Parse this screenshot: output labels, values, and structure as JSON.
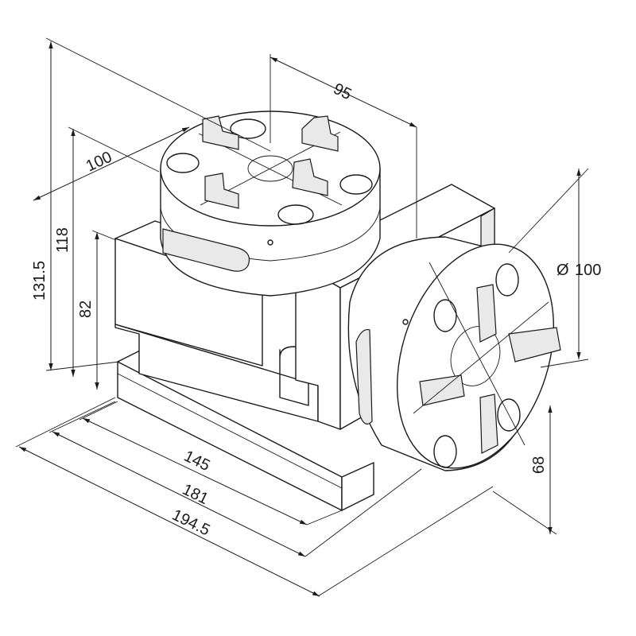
{
  "drawing": {
    "dimensions": {
      "top_chuck_diameter": "100",
      "top_offset": "95",
      "overall_height": "131.5",
      "chuck_face_height": "118",
      "body_height": "82",
      "front_chuck_diameter": "100",
      "front_chuck_symbol": "Ø",
      "center_height": "68",
      "base_length": "145",
      "body_length": "181",
      "overall_length": "194.5"
    }
  }
}
